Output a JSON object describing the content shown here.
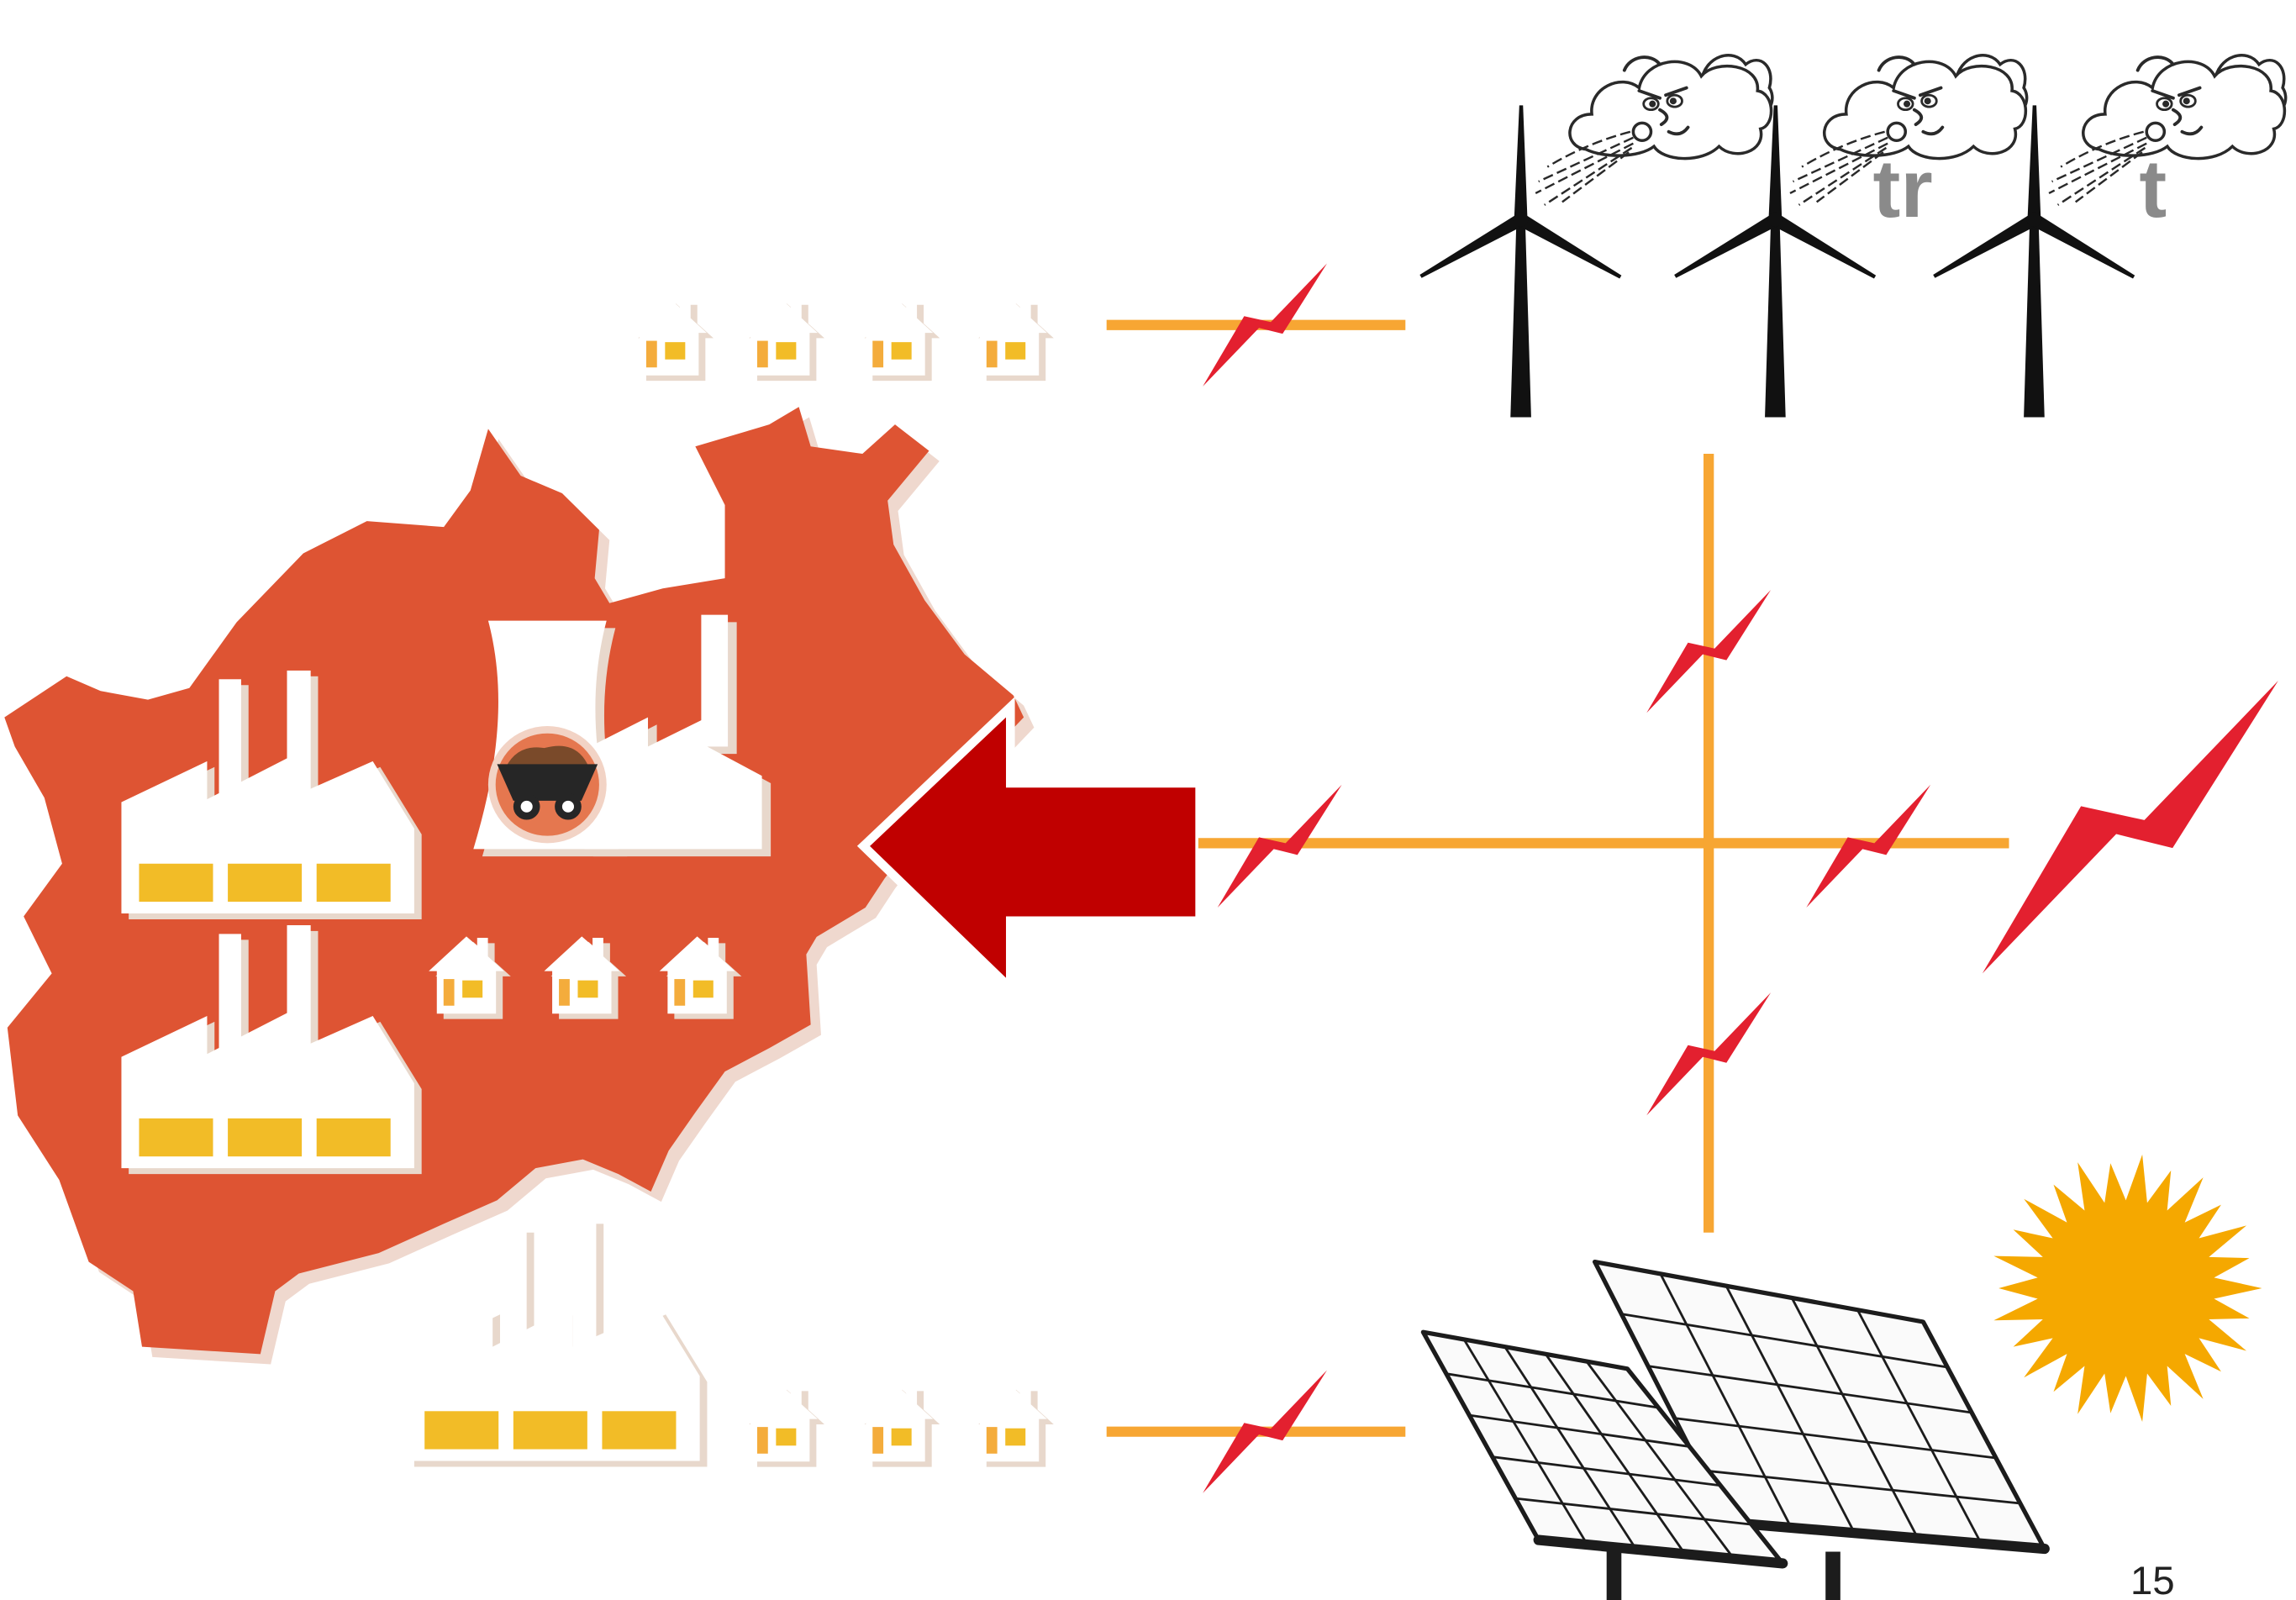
{
  "slide": {
    "page_number": "15",
    "overlay_letters": {
      "first": "tr",
      "second": "t"
    }
  },
  "colors": {
    "background": "#FFFFFF",
    "region": "#DE5433",
    "region_shadow": "#EFD8CE",
    "building": "#FFFFFF",
    "building_shadow": "#E8D8CC",
    "window": "#F2BC27",
    "door": "#F4AC3C",
    "plant_badge": "#E5774F",
    "plant_badge_ring": "#F2D3C5",
    "coal": "#7A4A2A",
    "cart": "#262626",
    "power_line": "#F7A633",
    "lightning": "#E3202F",
    "arrow": "#C00000",
    "arrow_outline": "#FFFFFF",
    "turbine": "#111111",
    "cloud_line": "#2A2A2A",
    "solar_frame": "#1C1C1C",
    "solar_cell": "#FAFAFA",
    "sun": "#F5A800",
    "overlay_text": "#8A8A8A",
    "page_number": "#222222"
  },
  "icons": [
    "region-map-icon",
    "factory-icon",
    "house-icon",
    "power-plant-icon",
    "cooling-tower-icon",
    "mine-cart-icon",
    "arrow-left-icon",
    "lightning-bolt-icon",
    "wind-turbine-icon",
    "wind-cloud-icon",
    "solar-panel-icon",
    "sun-icon"
  ]
}
